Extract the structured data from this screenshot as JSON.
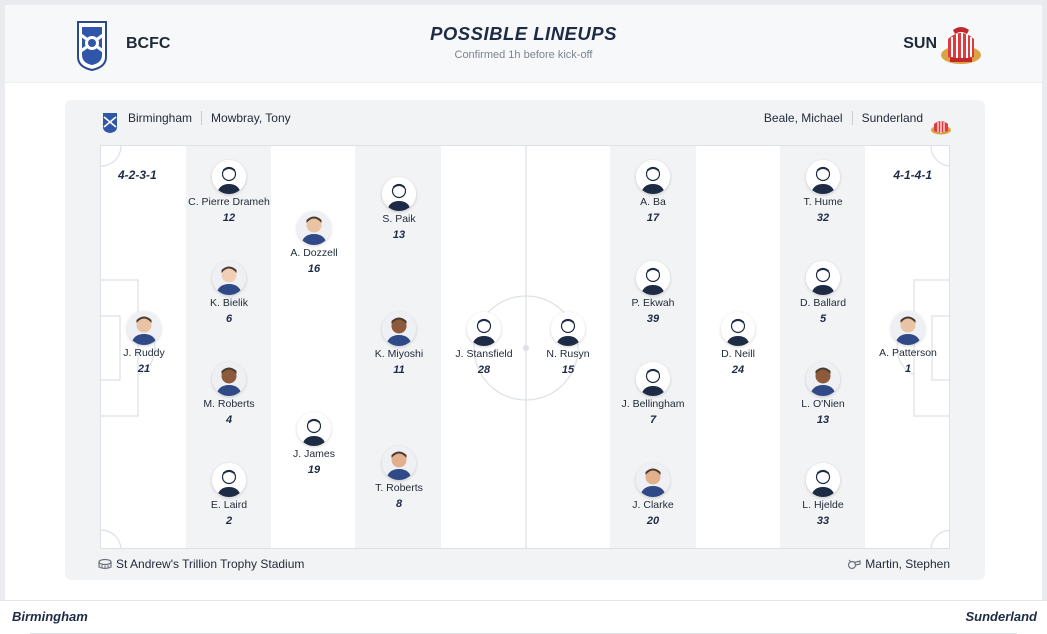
{
  "header": {
    "title": "POSSIBLE LINEUPS",
    "subtitle": "Confirmed 1h before kick-off",
    "home_code": "BCFC",
    "away_code": "SUN"
  },
  "info": {
    "home_team": "Birmingham",
    "home_manager": "Mowbray, Tony",
    "away_manager": "Beale, Michael",
    "away_team": "Sunderland"
  },
  "formations": {
    "home": "4-2-3-1",
    "away": "4-1-4-1"
  },
  "home_players": [
    {
      "name": "J. Ruddy",
      "number": "21",
      "avatar": "photo"
    },
    {
      "name": "C. Pierre Drameh",
      "number": "12",
      "avatar": "placeholder"
    },
    {
      "name": "K. Bielik",
      "number": "6",
      "avatar": "photo"
    },
    {
      "name": "M. Roberts",
      "number": "4",
      "avatar": "photo"
    },
    {
      "name": "E. Laird",
      "number": "2",
      "avatar": "placeholder"
    },
    {
      "name": "A. Dozzell",
      "number": "16",
      "avatar": "photo"
    },
    {
      "name": "J. James",
      "number": "19",
      "avatar": "placeholder"
    },
    {
      "name": "S. Paik",
      "number": "13",
      "avatar": "placeholder"
    },
    {
      "name": "K. Miyoshi",
      "number": "11",
      "avatar": "photo"
    },
    {
      "name": "T. Roberts",
      "number": "8",
      "avatar": "photo"
    },
    {
      "name": "J. Stansfield",
      "number": "28",
      "avatar": "placeholder"
    }
  ],
  "away_players": [
    {
      "name": "N. Rusyn",
      "number": "15",
      "avatar": "placeholder"
    },
    {
      "name": "A. Ba",
      "number": "17",
      "avatar": "placeholder"
    },
    {
      "name": "P. Ekwah",
      "number": "39",
      "avatar": "placeholder"
    },
    {
      "name": "J. Bellingham",
      "number": "7",
      "avatar": "placeholder"
    },
    {
      "name": "J. Clarke",
      "number": "20",
      "avatar": "photo"
    },
    {
      "name": "D. Neill",
      "number": "24",
      "avatar": "placeholder"
    },
    {
      "name": "T. Hume",
      "number": "32",
      "avatar": "placeholder"
    },
    {
      "name": "D. Ballard",
      "number": "5",
      "avatar": "placeholder"
    },
    {
      "name": "L. O'Nien",
      "number": "13",
      "avatar": "photo"
    },
    {
      "name": "L. Hjelde",
      "number": "33",
      "avatar": "placeholder"
    },
    {
      "name": "A. Patterson",
      "number": "1",
      "avatar": "photo"
    }
  ],
  "footer": {
    "stadium": "St Andrew's Trillion Trophy Stadium",
    "referee": "Martin, Stephen"
  },
  "bottom": {
    "home": "Birmingham",
    "away": "Sunderland"
  },
  "colors": {
    "accent": "#1e2b45",
    "text": "#1f2937",
    "band": "#f2f3f5",
    "line": "#dde1e6"
  }
}
